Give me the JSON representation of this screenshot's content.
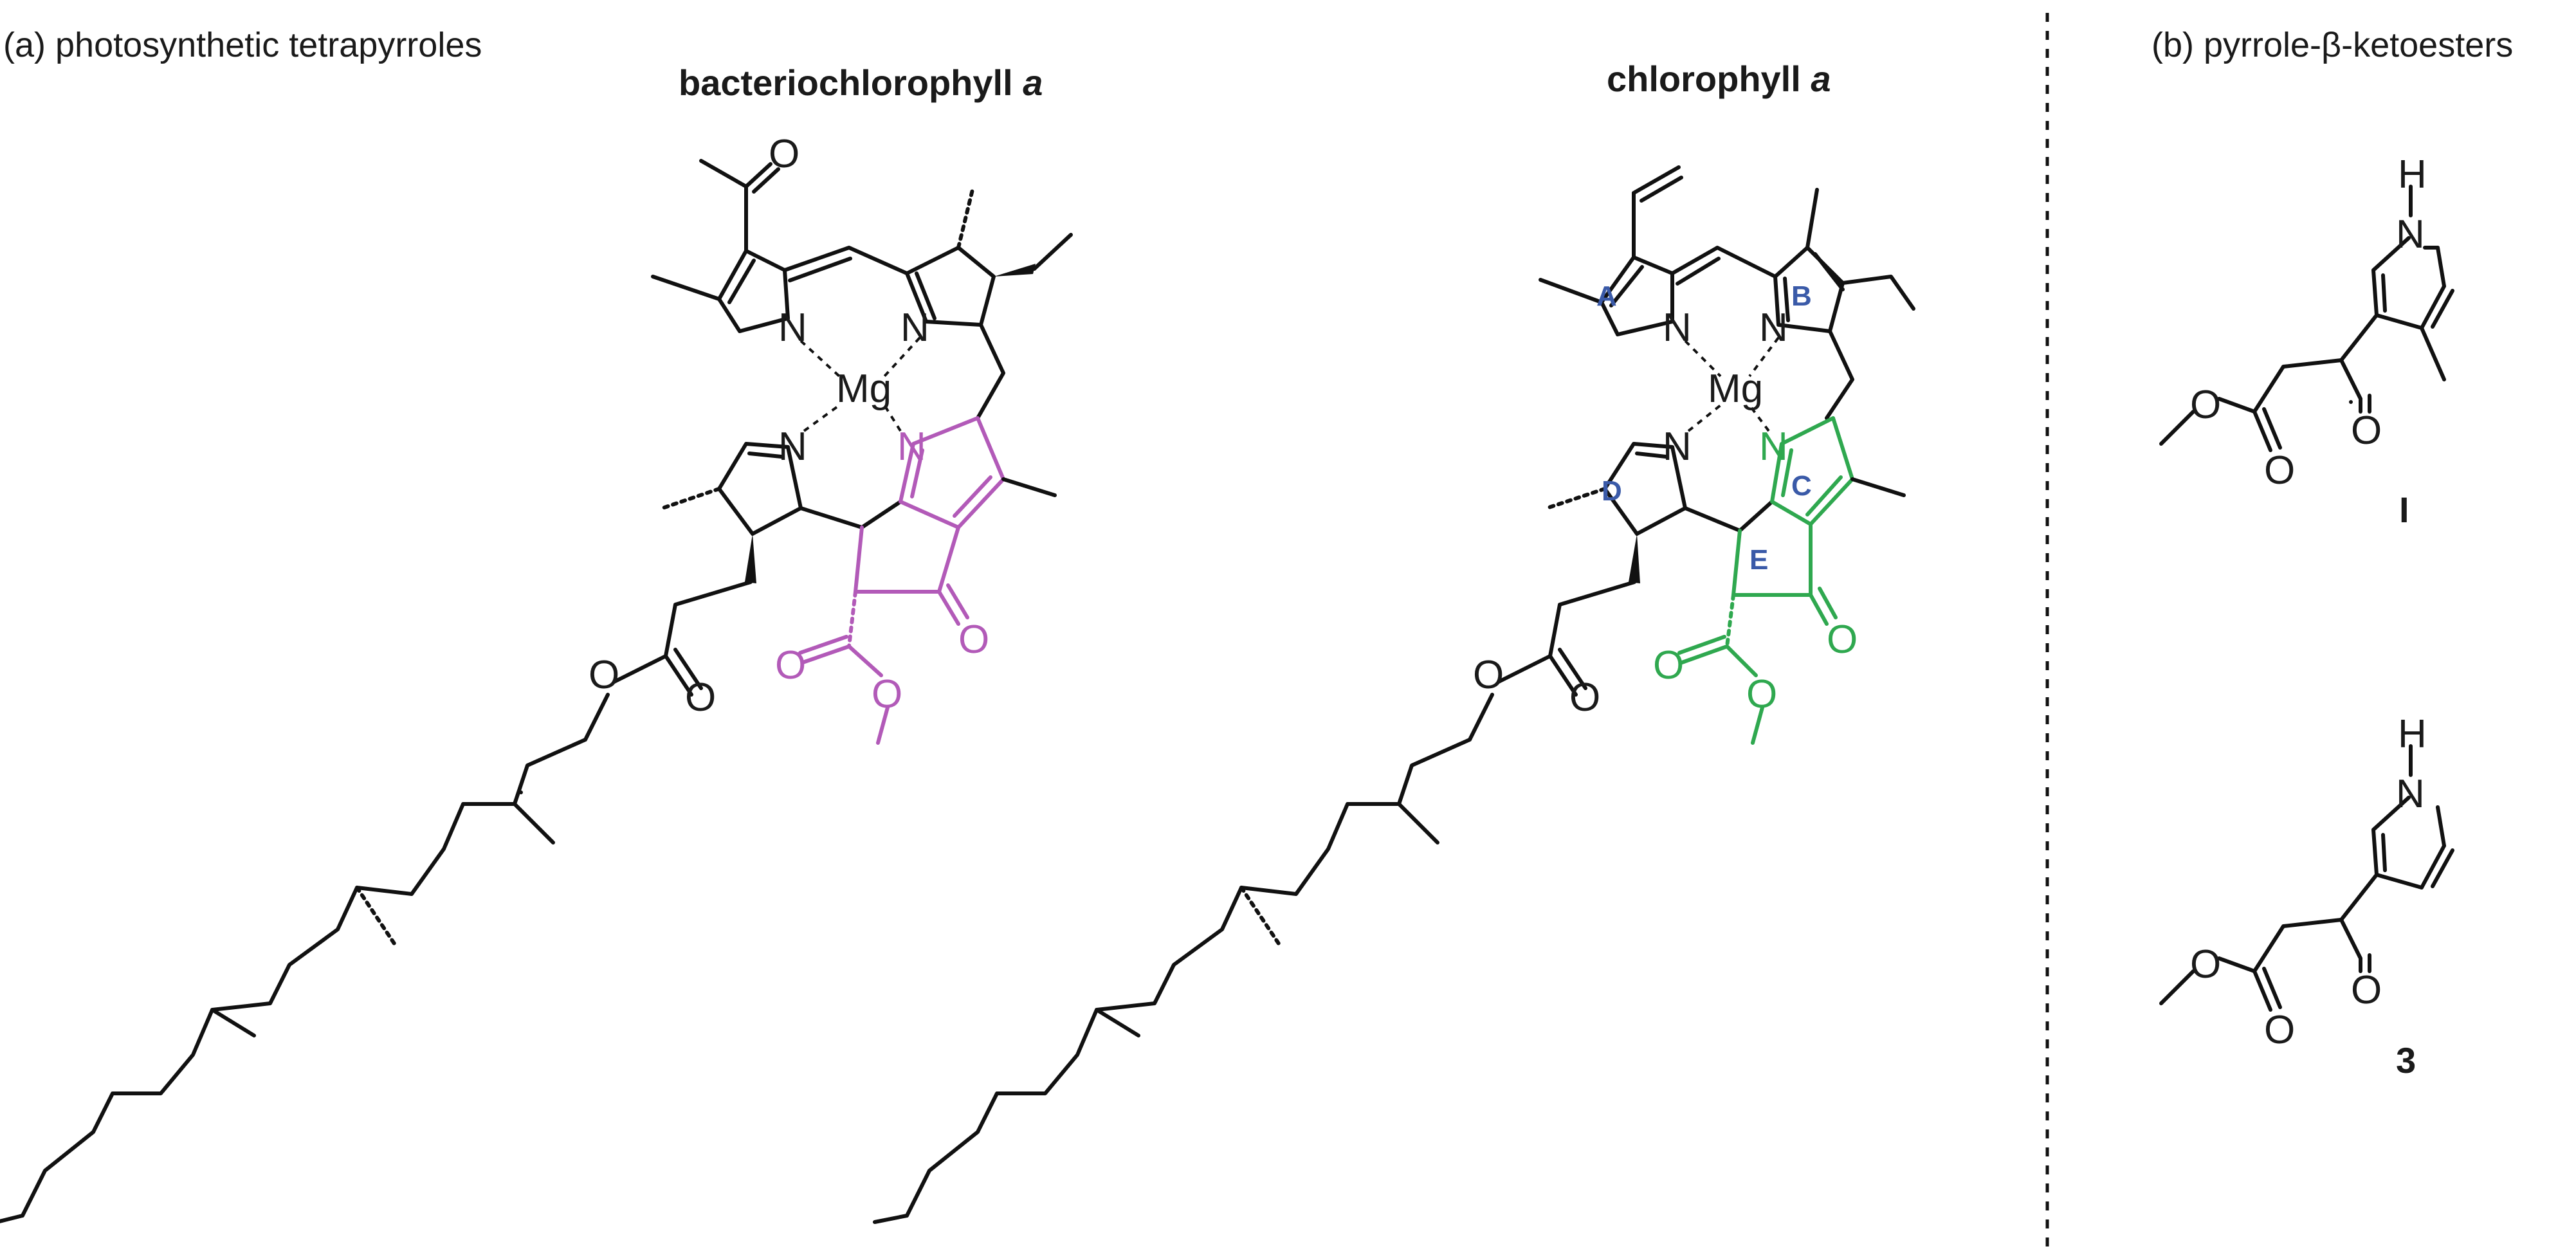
{
  "panel_a": {
    "label": "(a) photosynthetic tetrapyrroles",
    "bchl_title": "bacteriochlorophyll ",
    "bchl_title_italic": "a",
    "chl_title": "chlorophyll ",
    "chl_title_italic": "a"
  },
  "panel_b": {
    "label_prefix": "(b) pyrrole-",
    "label_beta": "β",
    "label_suffix": "-ketoesters",
    "compound_1": "I",
    "compound_2": "3"
  },
  "atoms": {
    "N": "N",
    "Mg": "Mg",
    "O": "O",
    "H": "H"
  },
  "ring_labels": {
    "A": "A",
    "B": "B",
    "C": "C",
    "D": "D",
    "E": "E"
  },
  "colors": {
    "bchl_highlight": "#b25ab8",
    "chl_highlight": "#2fa84f",
    "ring_label": "#3a5aa8",
    "ink": "#111111"
  }
}
